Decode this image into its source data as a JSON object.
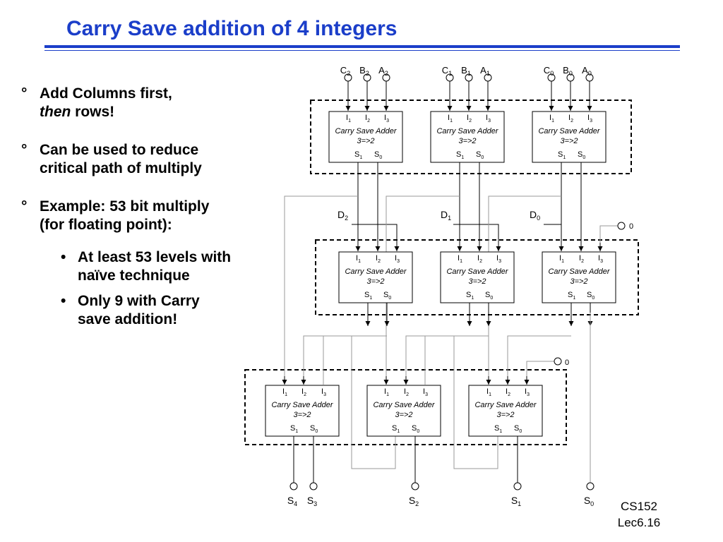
{
  "title": "Carry Save addition of 4 integers",
  "bullets": {
    "b1_line1": "Add Columns first,",
    "b1_then": "then",
    "b1_rest": " rows!",
    "b2_line1": "Can be used to reduce",
    "b2_line2": "critical path of multiply",
    "b3_line1": "Example: 53 bit multiply",
    "b3_line2": "(for floating point):",
    "s1_line1": "At least 53 levels with",
    "s1_line2": "naïve technique",
    "s2_line1": "Only 9 with Carry",
    "s2_line2": "save addition!",
    "marker_main": "°",
    "marker_sub": "•"
  },
  "diagram": {
    "adder_title": "Carry Save Adder",
    "adder_ratio": "3=>2",
    "input_labels": [
      "I",
      "I",
      "I"
    ],
    "input_subs": [
      "1",
      "2",
      "3"
    ],
    "output_labels": [
      "S",
      "S"
    ],
    "output_subs": [
      "1",
      "0"
    ],
    "top_inputs": [
      {
        "letters": [
          "C",
          "B",
          "A"
        ],
        "sub": "2"
      },
      {
        "letters": [
          "C",
          "B",
          "A"
        ],
        "sub": "1"
      },
      {
        "letters": [
          "C",
          "B",
          "A"
        ],
        "sub": "0"
      }
    ],
    "d_inputs": [
      {
        "letter": "D",
        "sub": "2"
      },
      {
        "letter": "D",
        "sub": "1"
      },
      {
        "letter": "D",
        "sub": "0"
      }
    ],
    "zero_label": "0",
    "outputs": [
      {
        "letter": "S",
        "sub": "4"
      },
      {
        "letter": "S",
        "sub": "3"
      },
      {
        "letter": "S",
        "sub": "2"
      },
      {
        "letter": "S",
        "sub": "1"
      },
      {
        "letter": "S",
        "sub": "0"
      }
    ]
  },
  "footer": {
    "course": "CS152",
    "lecture": "Lec6.16"
  }
}
